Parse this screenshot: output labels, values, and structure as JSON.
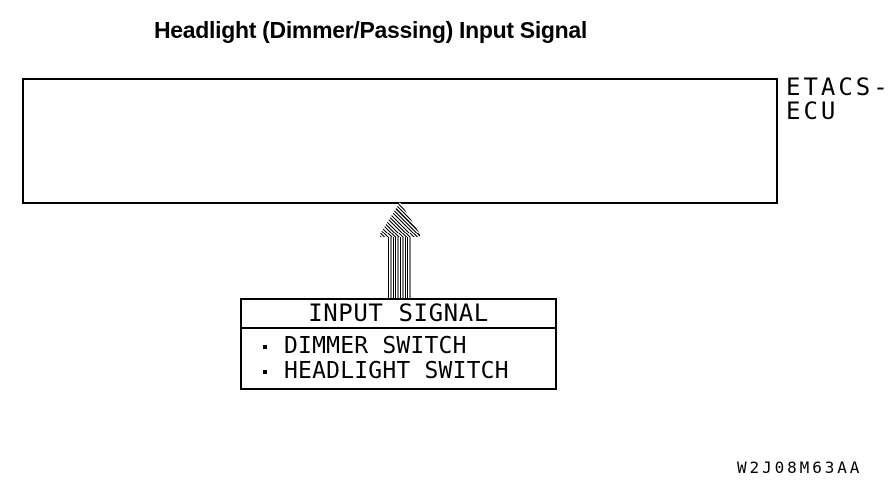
{
  "title": "Headlight (Dimmer/Passing) Input Signal",
  "ecu": {
    "lines": [
      "ETACS-",
      "ECU"
    ]
  },
  "input_signal_box": {
    "header": "INPUT SIGNAL",
    "items": [
      {
        "label": "DIMMER SWITCH"
      },
      {
        "label": "HEADLIGHT SWITCH"
      }
    ]
  },
  "figure_code": "W2J08M63AA",
  "colors": {
    "line": "#000000",
    "background": "#ffffff"
  }
}
